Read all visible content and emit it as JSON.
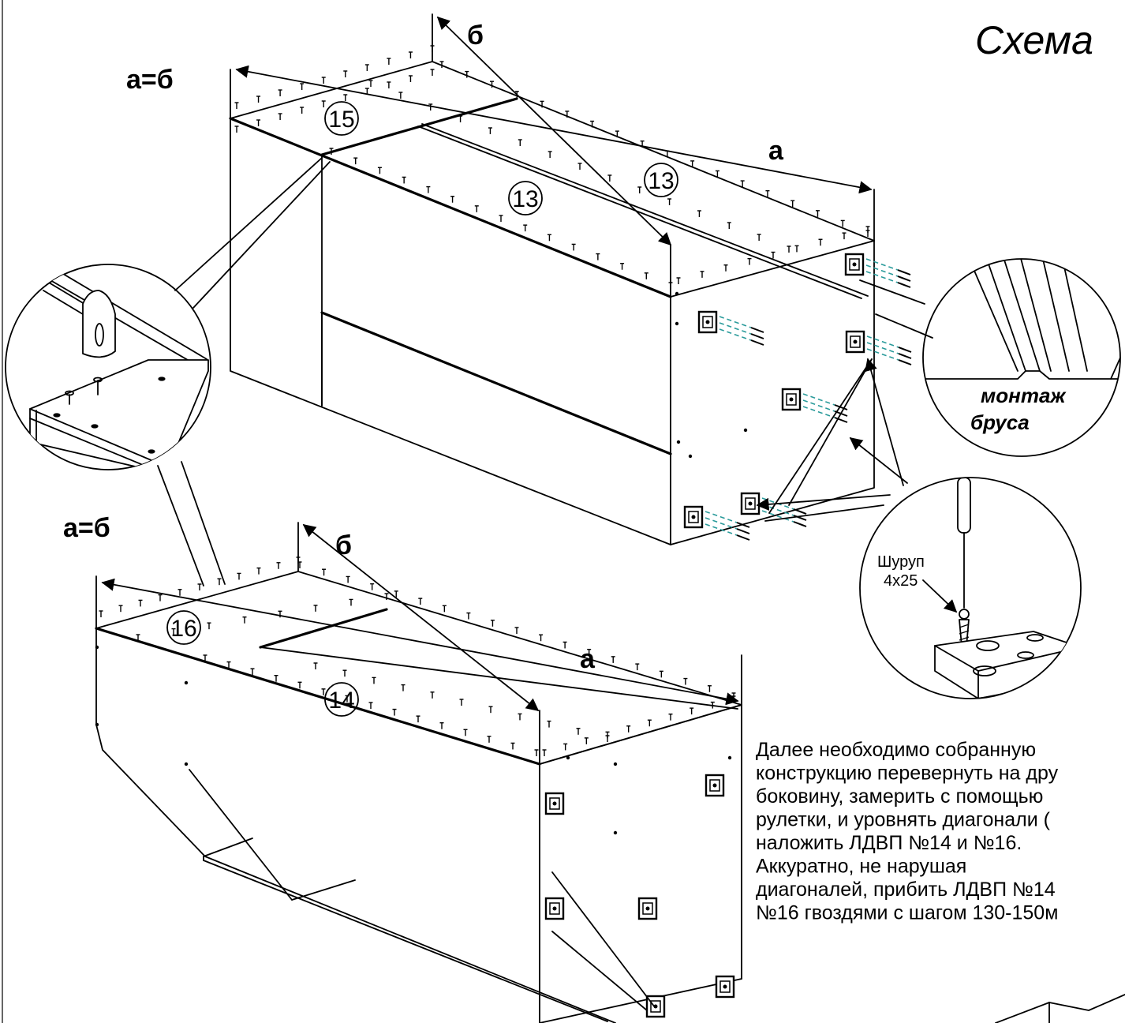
{
  "title": "Схема",
  "dimensions": {
    "top_diag": "а=б",
    "top_b": "б",
    "top_a": "а",
    "bottom_diag": "а=б",
    "bottom_b": "б",
    "bottom_a": "а"
  },
  "parts": {
    "p15": "15",
    "p13a": "13",
    "p13b": "13",
    "p16": "16",
    "p14": "14"
  },
  "callouts": {
    "beam_line1": "монтаж",
    "beam_line2": "бруса",
    "screw_line1": "Шуруп",
    "screw_line2": "4х25"
  },
  "instructions": [
    "Далее  необходимо собранную",
    "конструкцию перевернуть на дру",
    "боковину, замерить с помощью",
    "рулетки, и уровнять диагонали (",
    "наложить ЛДВП №14 и №16.",
    "Аккуратно, не нарушая",
    "диагоналей, прибить ЛДВП №14",
    "№16 гвоздями с шагом 130-150м"
  ]
}
